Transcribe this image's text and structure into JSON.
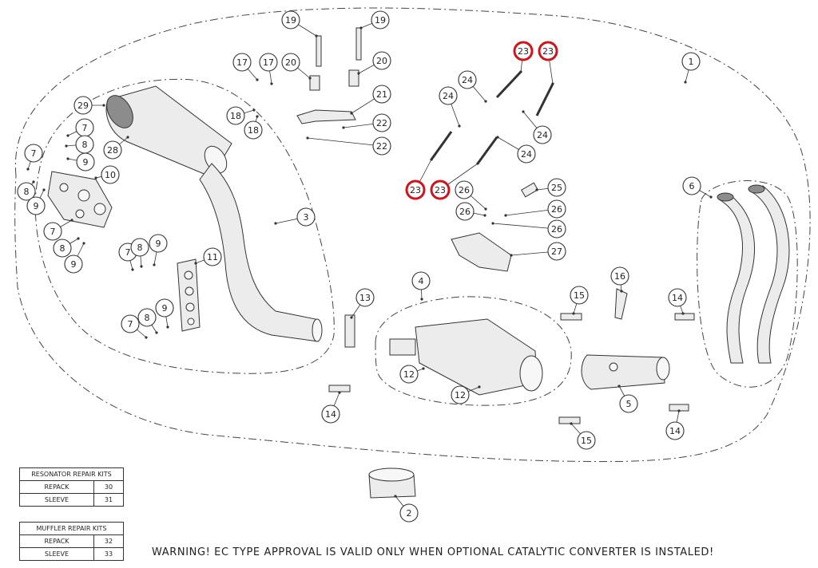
{
  "callouts": [
    {
      "label": "1",
      "hl": false
    },
    {
      "label": "2",
      "hl": false
    },
    {
      "label": "3",
      "hl": false
    },
    {
      "label": "4",
      "hl": false
    },
    {
      "label": "5",
      "hl": false
    },
    {
      "label": "6",
      "hl": false
    },
    {
      "label": "7",
      "hl": false
    },
    {
      "label": "7",
      "hl": false
    },
    {
      "label": "7",
      "hl": false
    },
    {
      "label": "7",
      "hl": false
    },
    {
      "label": "7",
      "hl": false
    },
    {
      "label": "8",
      "hl": false
    },
    {
      "label": "8",
      "hl": false
    },
    {
      "label": "8",
      "hl": false
    },
    {
      "label": "8",
      "hl": false
    },
    {
      "label": "8",
      "hl": false
    },
    {
      "label": "9",
      "hl": false
    },
    {
      "label": "9",
      "hl": false
    },
    {
      "label": "9",
      "hl": false
    },
    {
      "label": "9",
      "hl": false
    },
    {
      "label": "9",
      "hl": false
    },
    {
      "label": "10",
      "hl": false
    },
    {
      "label": "11",
      "hl": false
    },
    {
      "label": "12",
      "hl": false
    },
    {
      "label": "12",
      "hl": false
    },
    {
      "label": "13",
      "hl": false
    },
    {
      "label": "14",
      "hl": false
    },
    {
      "label": "14",
      "hl": false
    },
    {
      "label": "14",
      "hl": false
    },
    {
      "label": "15",
      "hl": false
    },
    {
      "label": "15",
      "hl": false
    },
    {
      "label": "16",
      "hl": false
    },
    {
      "label": "17",
      "hl": false
    },
    {
      "label": "17",
      "hl": false
    },
    {
      "label": "18",
      "hl": false
    },
    {
      "label": "18",
      "hl": false
    },
    {
      "label": "19",
      "hl": false
    },
    {
      "label": "19",
      "hl": false
    },
    {
      "label": "20",
      "hl": false
    },
    {
      "label": "20",
      "hl": false
    },
    {
      "label": "21",
      "hl": false
    },
    {
      "label": "22",
      "hl": false
    },
    {
      "label": "22",
      "hl": false
    },
    {
      "label": "23",
      "hl": true
    },
    {
      "label": "23",
      "hl": true
    },
    {
      "label": "23",
      "hl": true
    },
    {
      "label": "23",
      "hl": true
    },
    {
      "label": "24",
      "hl": false
    },
    {
      "label": "24",
      "hl": false
    },
    {
      "label": "24",
      "hl": false
    },
    {
      "label": "24",
      "hl": false
    },
    {
      "label": "25",
      "hl": false
    },
    {
      "label": "26",
      "hl": false
    },
    {
      "label": "26",
      "hl": false
    },
    {
      "label": "26",
      "hl": false
    },
    {
      "label": "26",
      "hl": false
    },
    {
      "label": "27",
      "hl": false
    },
    {
      "label": "28",
      "hl": false
    },
    {
      "label": "29",
      "hl": false
    }
  ],
  "resonator_kits": {
    "title": "RESONATOR REPAIR KITS",
    "rows": [
      {
        "label": "REPACK",
        "value": "30"
      },
      {
        "label": "SLEEVE",
        "value": "31"
      }
    ]
  },
  "muffler_kits": {
    "title": "MUFFLER REPAIR KITS",
    "rows": [
      {
        "label": "REPACK",
        "value": "32"
      },
      {
        "label": "SLEEVE",
        "value": "33"
      }
    ]
  },
  "warning": "WARNING! EC TYPE APPROVAL IS VALID ONLY WHEN OPTIONAL CATALYTIC CONVERTER IS INSTALED!",
  "highlight_color": "#d0141e"
}
